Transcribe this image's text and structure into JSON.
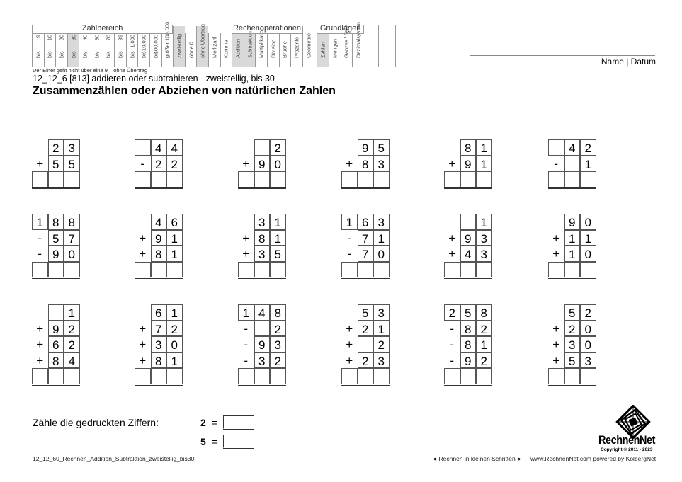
{
  "header": {
    "groups": {
      "zahlbereich": "Zahlbereich",
      "rechenoperationen": "Rechenoperationen",
      "grundlagen": "Grundlagen"
    },
    "zahlbereich_cols": [
      {
        "num": "9",
        "label": "bis",
        "selected": false
      },
      {
        "num": "10",
        "label": "bis",
        "selected": false
      },
      {
        "num": "20",
        "label": "bis",
        "selected": false
      },
      {
        "num": "30",
        "label": "bis",
        "selected": true
      },
      {
        "num": "40",
        "label": "bis",
        "selected": false
      },
      {
        "num": "50",
        "label": "bis",
        "selected": false
      },
      {
        "num": "70",
        "label": "bis",
        "selected": false
      },
      {
        "num": "99",
        "label": "bis",
        "selected": false
      },
      {
        "num": "1.000",
        "label": "bis",
        "selected": false
      },
      {
        "num": "10.000",
        "label": "bis",
        "selected": false
      },
      {
        "num": "100.000",
        "label": "bis",
        "selected": false
      },
      {
        "num": "",
        "label": "größer 100.000",
        "selected": false
      }
    ],
    "misc_cols": [
      {
        "label": "zweistellig",
        "selected": true
      },
      {
        "label": "ohne 0",
        "selected": false
      },
      {
        "label": "ohne Übertrag",
        "selected": true
      },
      {
        "label": "Merkzahl",
        "selected": false
      },
      {
        "label": "Komma",
        "selected": false
      }
    ],
    "ops_cols": [
      {
        "label": "Addition",
        "selected": true
      },
      {
        "label": "Subtraktion",
        "selected": true
      },
      {
        "label": "Multiplikation",
        "selected": false
      },
      {
        "label": "Division",
        "selected": false
      },
      {
        "label": "Brüche",
        "selected": false
      },
      {
        "label": "Prozente",
        "selected": false
      }
    ],
    "geometrie": "Geometrie",
    "grundlagen_cols": [
      {
        "label": "Zahlen",
        "selected": true
      },
      {
        "label": "Mengen",
        "selected": false
      },
      {
        "label": "Ganzes / Teile",
        "selected": false
      },
      {
        "label": "Dezimalsystem",
        "selected": false
      }
    ],
    "note": "Der Einer geht nicht über eine 9 – ohne Übertrag",
    "code": "12_12_6   [813]   addieren oder subtrahieren - zweistellig, bis 30",
    "title": "Zusammenzählen oder Abziehen von natürlichen Zahlen",
    "name_label": "Name | Datum"
  },
  "problems": [
    {
      "rows": [
        [
          "",
          "2",
          "3"
        ],
        [
          "+",
          "5",
          "5"
        ]
      ],
      "first_box": false
    },
    {
      "rows": [
        [
          "",
          "4",
          "4"
        ],
        [
          "-",
          "2",
          "2"
        ]
      ],
      "first_box": true
    },
    {
      "rows": [
        [
          "",
          "",
          "2"
        ],
        [
          "+",
          "9",
          "0"
        ]
      ],
      "first_box": false
    },
    {
      "rows": [
        [
          "",
          "9",
          "5"
        ],
        [
          "+",
          "8",
          "3"
        ]
      ],
      "first_box": false
    },
    {
      "rows": [
        [
          "",
          "8",
          "1"
        ],
        [
          "+",
          "9",
          "1"
        ]
      ],
      "first_box": false
    },
    {
      "rows": [
        [
          "",
          "4",
          "2"
        ],
        [
          "-",
          "",
          "1"
        ]
      ],
      "first_box": true
    },
    {
      "rows": [
        [
          "1",
          "8",
          "8"
        ],
        [
          "-",
          "5",
          "7"
        ],
        [
          "-",
          "9",
          "0"
        ]
      ],
      "first_box": true
    },
    {
      "rows": [
        [
          "",
          "4",
          "6"
        ],
        [
          "+",
          "9",
          "1"
        ],
        [
          "+",
          "8",
          "1"
        ]
      ],
      "first_box": false
    },
    {
      "rows": [
        [
          "",
          "3",
          "1"
        ],
        [
          "+",
          "8",
          "1"
        ],
        [
          "+",
          "3",
          "5"
        ]
      ],
      "first_box": false
    },
    {
      "rows": [
        [
          "1",
          "6",
          "3"
        ],
        [
          "-",
          "7",
          "1"
        ],
        [
          "-",
          "7",
          "0"
        ]
      ],
      "first_box": true
    },
    {
      "rows": [
        [
          "",
          "",
          "1"
        ],
        [
          "+",
          "9",
          "3"
        ],
        [
          "+",
          "4",
          "3"
        ]
      ],
      "first_box": false
    },
    {
      "rows": [
        [
          "",
          "9",
          "0"
        ],
        [
          "+",
          "1",
          "1"
        ],
        [
          "+",
          "1",
          "0"
        ]
      ],
      "first_box": false
    },
    {
      "rows": [
        [
          "",
          "",
          "1"
        ],
        [
          "+",
          "9",
          "2"
        ],
        [
          "+",
          "6",
          "2"
        ],
        [
          "+",
          "8",
          "4"
        ]
      ],
      "first_box": false
    },
    {
      "rows": [
        [
          "",
          "6",
          "1"
        ],
        [
          "+",
          "7",
          "2"
        ],
        [
          "+",
          "3",
          "0"
        ],
        [
          "+",
          "8",
          "1"
        ]
      ],
      "first_box": false
    },
    {
      "rows": [
        [
          "1",
          "4",
          "8"
        ],
        [
          "-",
          "",
          "2"
        ],
        [
          "-",
          "9",
          "3"
        ],
        [
          "-",
          "3",
          "2"
        ]
      ],
      "first_box": true
    },
    {
      "rows": [
        [
          "",
          "5",
          "3"
        ],
        [
          "+",
          "2",
          "1"
        ],
        [
          "+",
          "",
          "2"
        ],
        [
          "+",
          "2",
          "3"
        ]
      ],
      "first_box": false
    },
    {
      "rows": [
        [
          "2",
          "5",
          "8"
        ],
        [
          "-",
          "8",
          "2"
        ],
        [
          "-",
          "8",
          "1"
        ],
        [
          "-",
          "9",
          "2"
        ]
      ],
      "first_box": true
    },
    {
      "rows": [
        [
          "",
          "5",
          "2"
        ],
        [
          "+",
          "2",
          "0"
        ],
        [
          "+",
          "3",
          "0"
        ],
        [
          "+",
          "5",
          "3"
        ]
      ],
      "first_box": false
    }
  ],
  "counting": {
    "label": "Zähle die gedruckten Ziffern:",
    "items": [
      {
        "digit": "2",
        "eq": "=",
        "answer": ""
      },
      {
        "digit": "5",
        "eq": "=",
        "answer": ""
      }
    ]
  },
  "footer": {
    "filename": "12_12_60_Rechnen_Addition_Subtraktion_zweistellig_bis30",
    "slogan": "● Rechnen in kleinen Schritten ●",
    "site": "www.RechnenNet.com powered by KolbergNet",
    "logo_text": "RechnenNet",
    "copyright": "Copyright © 2011 - 2023"
  }
}
